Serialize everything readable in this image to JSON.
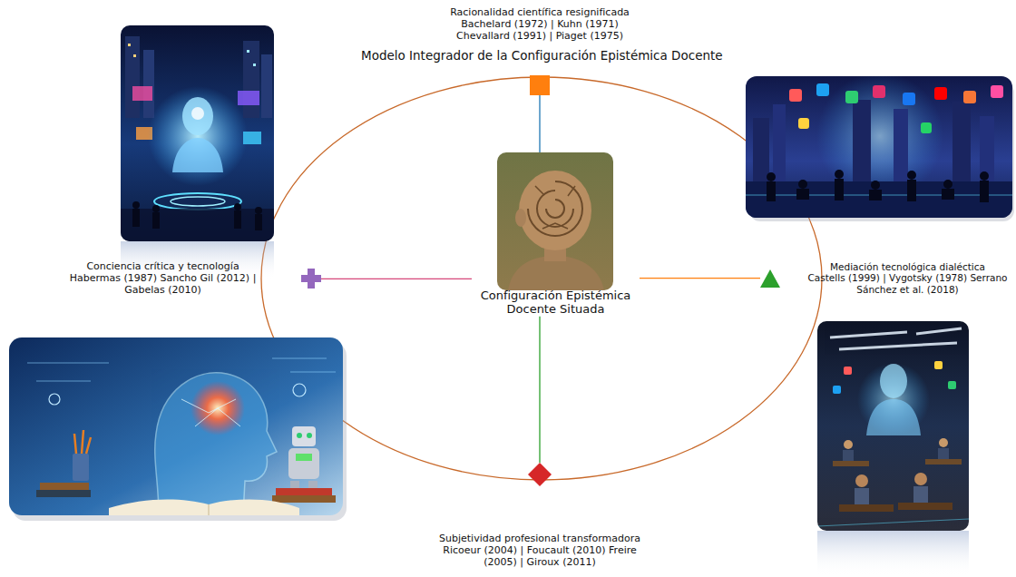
{
  "diagram": {
    "title": "Modelo Integrador de la Configuración Epistémica Docente",
    "nodes": [
      {
        "text": [
          "Racionalidad científica resignificada",
          "Bachelard (1972) | Kuhn (1971) Chevallard (1991) | Piaget (1975)"
        ]
      },
      {
        "text": [
          "Conciencia crítica y tecnología",
          "Habermas (1987) Sancho Gil (2012) | Gabelas (2010)"
        ]
      },
      {
        "text": [
          "Configuración Epistémica Docente Situada"
        ]
      },
      {
        "text": [
          "Mediación tecnológica dialéctica",
          "Castells (1999) | Vygotsky (1978) Serrano Sánchez et al. (2018)"
        ]
      },
      {
        "text": [
          "Subjetividad profesional transformadora",
          "Ricoeur (2004) | Foucault (2010) Freire (2005) | Giroux (2011)"
        ]
      }
    ],
    "edges": [
      {
        "from": 2,
        "to": 0,
        "arrow": "none"
      },
      {
        "from": 2,
        "to": 1,
        "arrow": "none"
      },
      {
        "from": 2,
        "to": 3,
        "arrow": "none"
      },
      {
        "from": 2,
        "to": 4,
        "arrow": "none"
      }
    ]
  }
}
